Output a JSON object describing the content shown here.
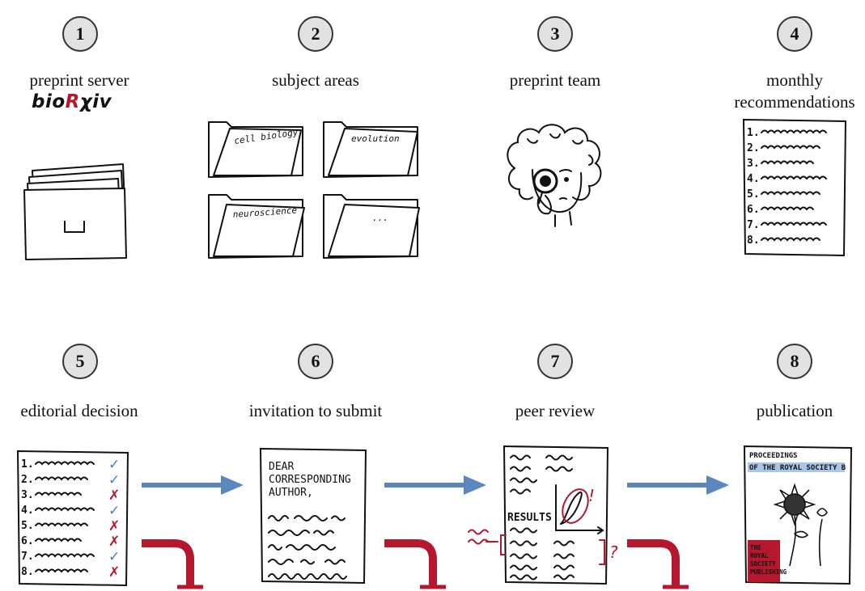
{
  "steps": [
    {
      "number": "1",
      "label": "preprint server",
      "logo_prefix": "bio",
      "logo_red": "R",
      "logo_suffix": "χiv"
    },
    {
      "number": "2",
      "label": "subject areas",
      "folders": [
        "cell biology",
        "evolution",
        "neuroscience",
        "..."
      ]
    },
    {
      "number": "3",
      "label": "preprint team"
    },
    {
      "number": "4",
      "label_line1": "monthly",
      "label_line2": "recommendations",
      "list_numbers": [
        "1.",
        "2.",
        "3.",
        "4.",
        "5.",
        "6.",
        "7.",
        "8."
      ]
    },
    {
      "number": "5",
      "label": "editorial decision",
      "list_numbers": [
        "1.",
        "2.",
        "3.",
        "4.",
        "5.",
        "6.",
        "7.",
        "8."
      ],
      "marks": [
        "✓",
        "✓",
        "✗",
        "✓",
        "✗",
        "✗",
        "✓",
        "✗"
      ]
    },
    {
      "number": "6",
      "label": "invitation to submit",
      "letter_heading": "DEAR CORRESPONDING AUTHOR,"
    },
    {
      "number": "7",
      "label": "peer review",
      "results_word": "RESULTS",
      "exclaim": "!",
      "question": "?"
    },
    {
      "number": "8",
      "label": "publication",
      "journal_title": "PROCEEDINGS OF THE ROYAL SOCIETY B",
      "publisher_badge": "THE ROYAL SOCIETY PUBLISHING"
    }
  ],
  "colors": {
    "accept": "#4a7fbf",
    "reject": "#b5172f",
    "arrow": "#5b86c0",
    "stop": "#b5172f",
    "circle_fill": "#e2e2e2"
  }
}
